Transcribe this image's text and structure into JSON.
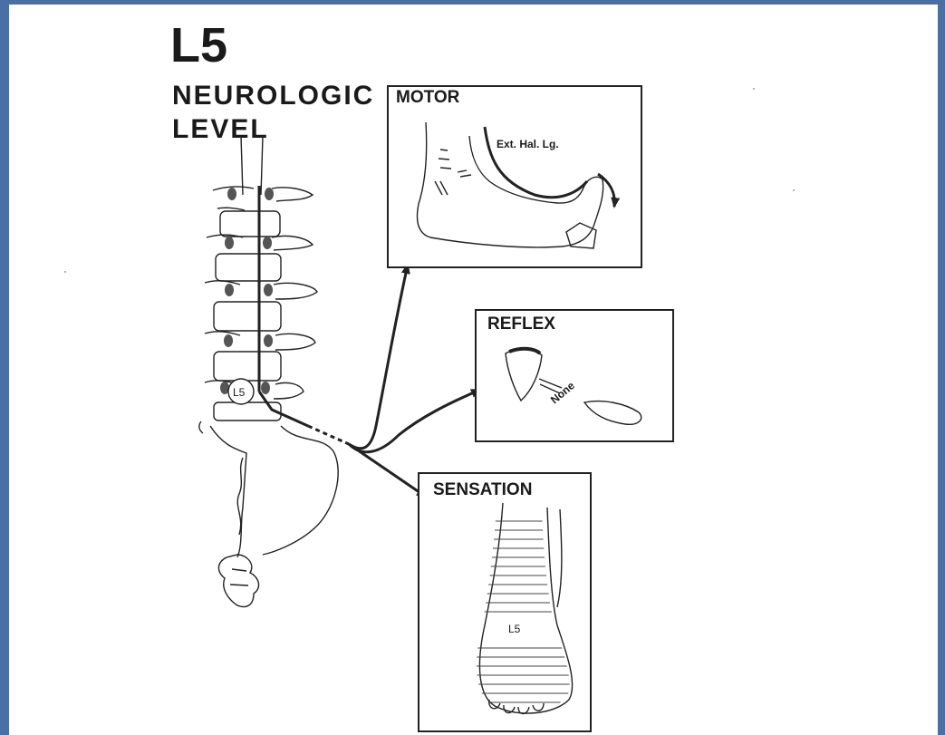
{
  "title": {
    "level": "L5",
    "line1": "NEUROLOGIC",
    "line2": "LEVEL"
  },
  "spine": {
    "level_marker": "L5"
  },
  "motor": {
    "label": "MOTOR",
    "muscle": "Ext. Hal. Lg."
  },
  "reflex": {
    "label": "REFLEX",
    "result": "None"
  },
  "sensation": {
    "label": "SENSATION",
    "dermatome": "L5"
  },
  "colors": {
    "border": "#4a6fa5",
    "ink": "#222222",
    "background": "#ffffff"
  }
}
